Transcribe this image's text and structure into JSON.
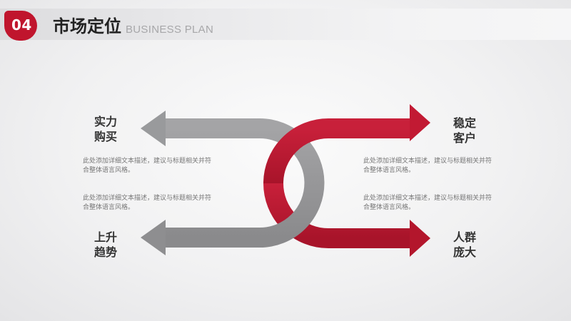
{
  "header": {
    "number": "04",
    "title": "市场定位",
    "subtitle": "BUSINESS PLAN"
  },
  "labels": {
    "top_left": [
      "实力",
      "购买"
    ],
    "bottom_left": [
      "上升",
      "趋势"
    ],
    "top_right": [
      "稳定",
      "客户"
    ],
    "bottom_right": [
      "人群",
      "庞大"
    ]
  },
  "descriptions": {
    "left_1": [
      "此处添加详细文本描述，建议与标题相关并符",
      "合整体语言风格。"
    ],
    "left_2": [
      "此处添加详细文本描述，建议与标题相关并符",
      "合整体语言风格。"
    ],
    "right_1": [
      "此处添加详细文本描述，建议与标题相关并符",
      "合整体语言风格。"
    ],
    "right_2": [
      "此处添加详细文本描述，建议与标题相关并符",
      "合整体语言风格。"
    ]
  },
  "colors": {
    "accent": "#c0152d",
    "arrow_gray": "#8f8f91",
    "arrow_red": "#b5182d"
  }
}
